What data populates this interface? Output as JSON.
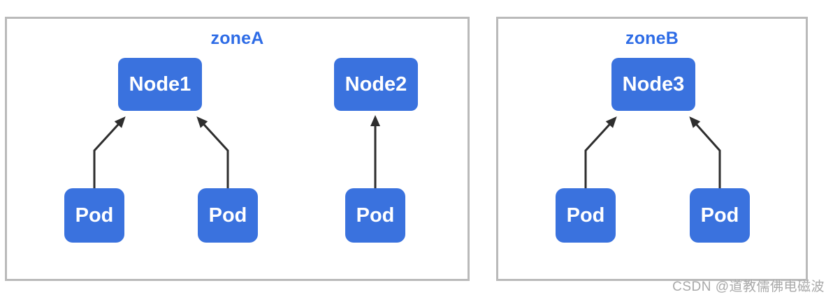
{
  "diagram": {
    "type": "kubernetes-topology",
    "zones": [
      {
        "label": "zoneA",
        "nodes": [
          {
            "label": "Node1"
          },
          {
            "label": "Node2"
          }
        ],
        "pods": [
          {
            "label": "Pod"
          },
          {
            "label": "Pod"
          },
          {
            "label": "Pod"
          }
        ]
      },
      {
        "label": "zoneB",
        "nodes": [
          {
            "label": "Node3"
          }
        ],
        "pods": [
          {
            "label": "Pod"
          },
          {
            "label": "Pod"
          }
        ]
      }
    ],
    "edges": [
      {
        "from": "zoneA.pods.0",
        "to": "Node1"
      },
      {
        "from": "zoneA.pods.1",
        "to": "Node1"
      },
      {
        "from": "zoneA.pods.2",
        "to": "Node2"
      },
      {
        "from": "zoneB.pods.0",
        "to": "Node3"
      },
      {
        "from": "zoneB.pods.1",
        "to": "Node3"
      }
    ]
  },
  "colors": {
    "box_fill": "#3a72de",
    "box_text": "#ffffff",
    "zone_border": "#bababa",
    "zone_label_text": "#2e6ce6",
    "arrow": "#2e2e2e",
    "watermark_text": "#a9a9a9",
    "background": "#ffffff"
  },
  "watermark": "CSDN @道教儒佛电磁波"
}
